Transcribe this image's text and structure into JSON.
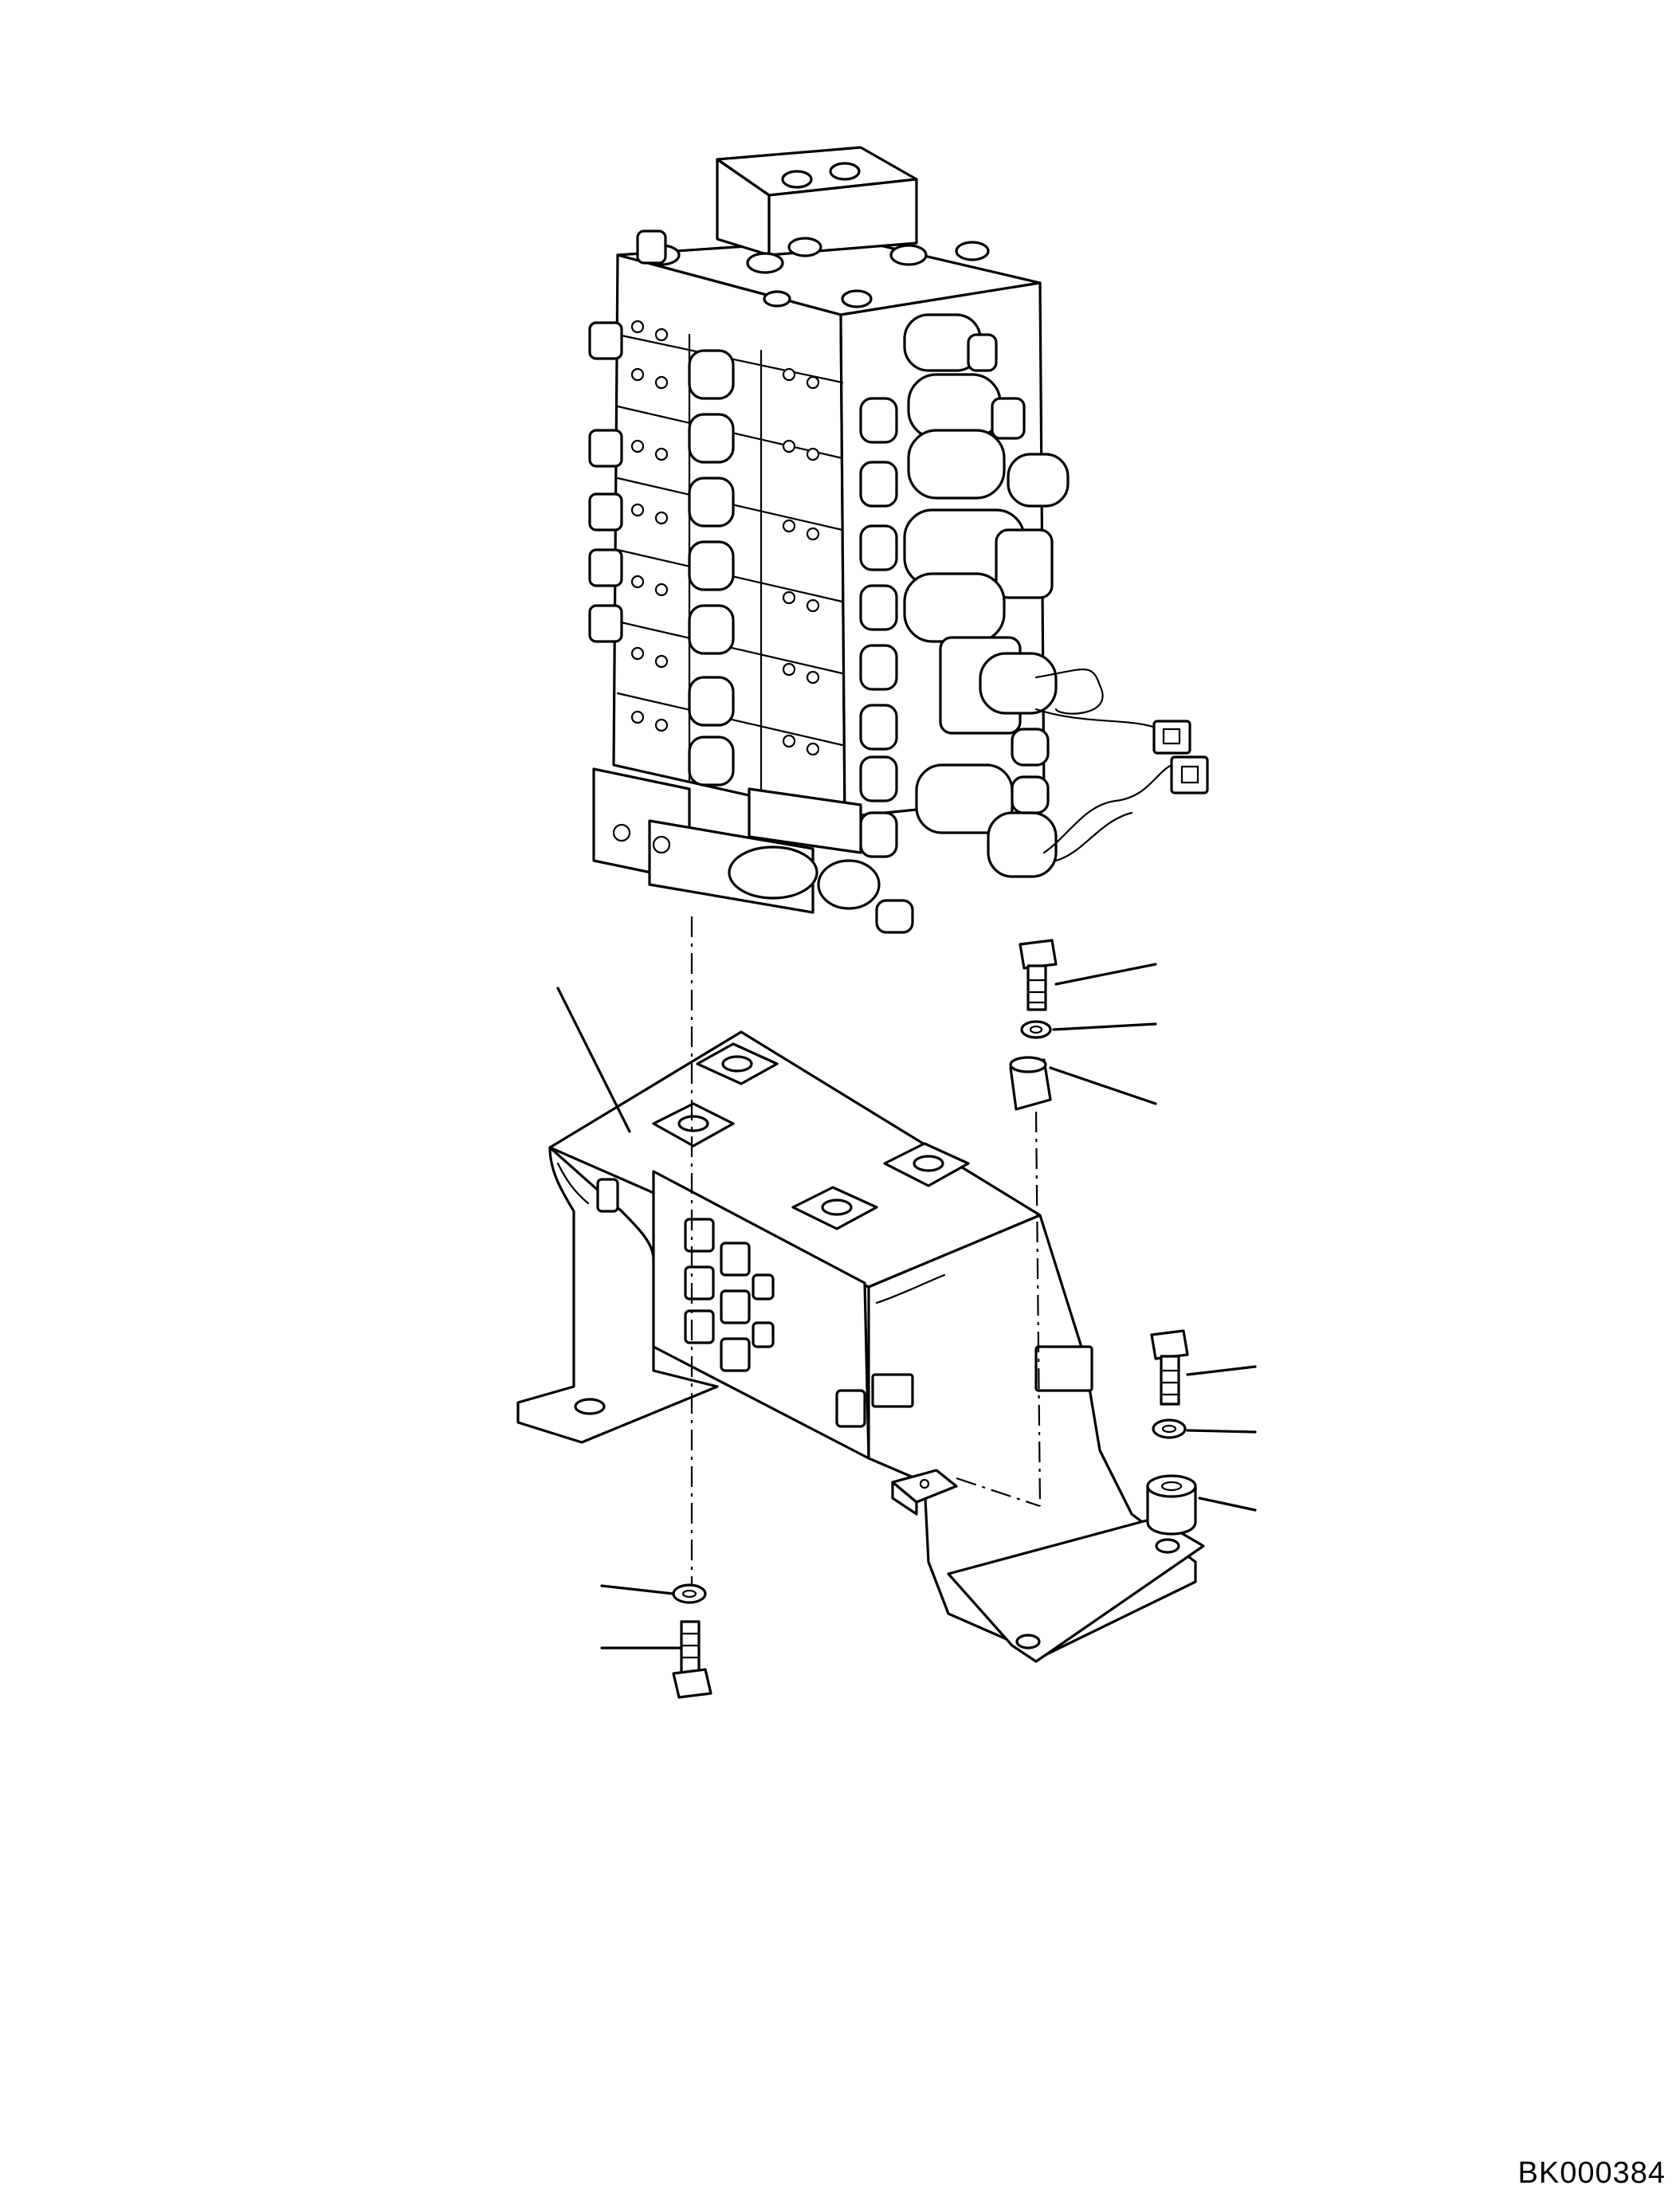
{
  "drawing": {
    "id_label": "BK000384"
  },
  "parts": [
    {
      "name": "control-valve-assembly"
    },
    {
      "name": "valve-mounting-bracket"
    },
    {
      "name": "bolt"
    },
    {
      "name": "washer"
    },
    {
      "name": "cushion"
    },
    {
      "name": "collar"
    },
    {
      "name": "connector"
    }
  ]
}
